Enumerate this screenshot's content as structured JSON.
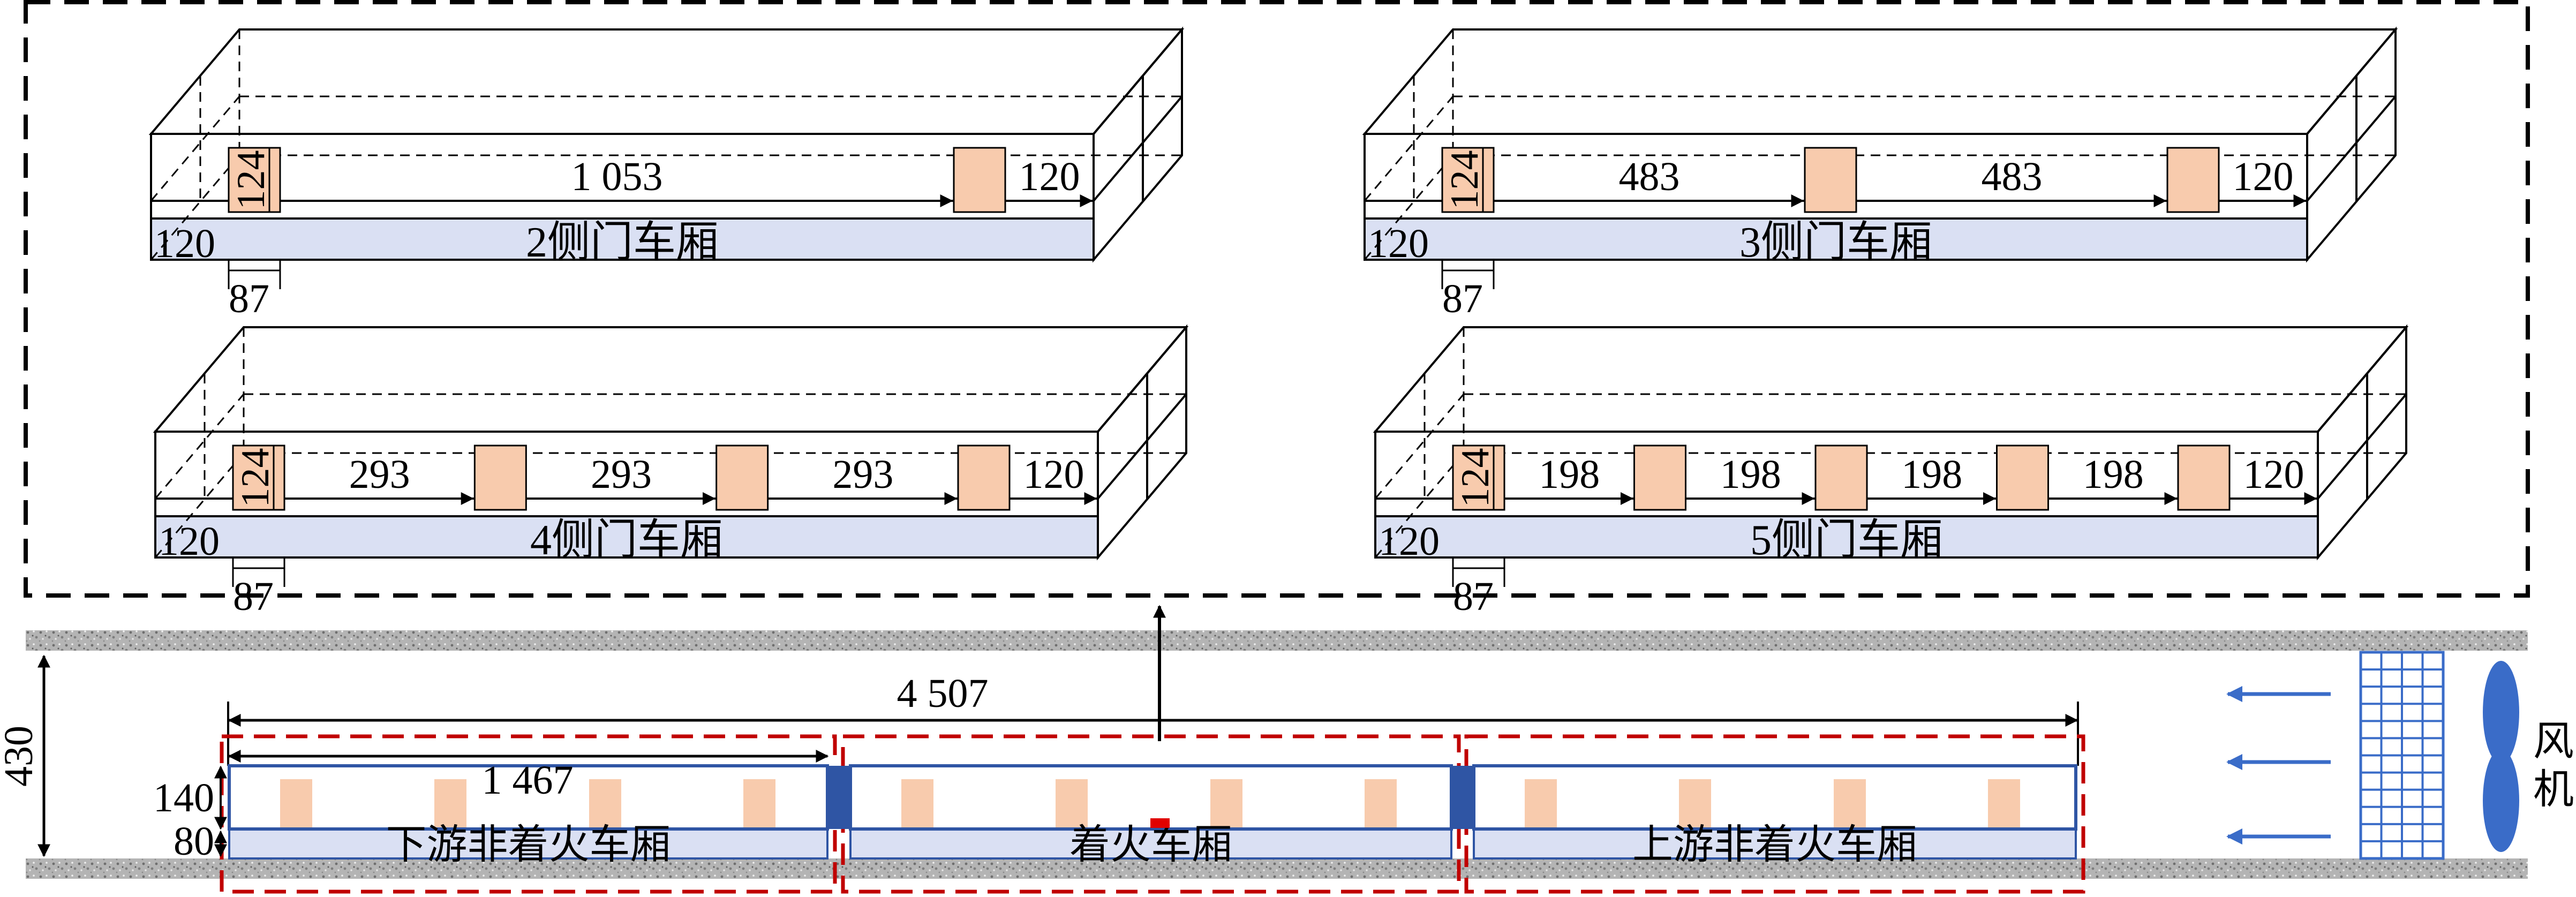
{
  "colors": {
    "door": "#f8cbad",
    "floor": "#dae0f3",
    "carriage_border": "#2f55a4",
    "inter_car_gap": "#2f55a4",
    "fire_source": "#e00000",
    "red_box": "#c00000",
    "fan": "#3a6cc8",
    "arrow": "#3a6cc8",
    "grid": "#3a6cc8",
    "tunnel_wall": "#9c9c9c"
  },
  "panels": [
    {
      "label": "2侧门车厢",
      "door_height": "124",
      "door_width": "87",
      "front_offset": "120",
      "back_offset": "120",
      "spacings": [
        "1 053"
      ]
    },
    {
      "label": "3侧门车厢",
      "door_height": "124",
      "door_width": "87",
      "front_offset": "120",
      "back_offset": "120",
      "spacings": [
        "483",
        "483"
      ]
    },
    {
      "label": "4侧门车厢",
      "door_height": "124",
      "door_width": "87",
      "front_offset": "120",
      "back_offset": "120",
      "spacings": [
        "293",
        "293",
        "293"
      ]
    },
    {
      "label": "5侧门车厢",
      "door_height": "124",
      "door_width": "87",
      "front_offset": "120",
      "back_offset": "120",
      "spacings": [
        "198",
        "198",
        "198",
        "198"
      ]
    }
  ],
  "tunnel": {
    "height": "430",
    "train_length": "4 507",
    "car_length": "1 467",
    "car_height": "140",
    "floor_height": "80",
    "cars": [
      "下游非着火车厢",
      "着火车厢",
      "上游非着火车厢"
    ],
    "fan_label_line1": "风",
    "fan_label_line2": "机"
  }
}
